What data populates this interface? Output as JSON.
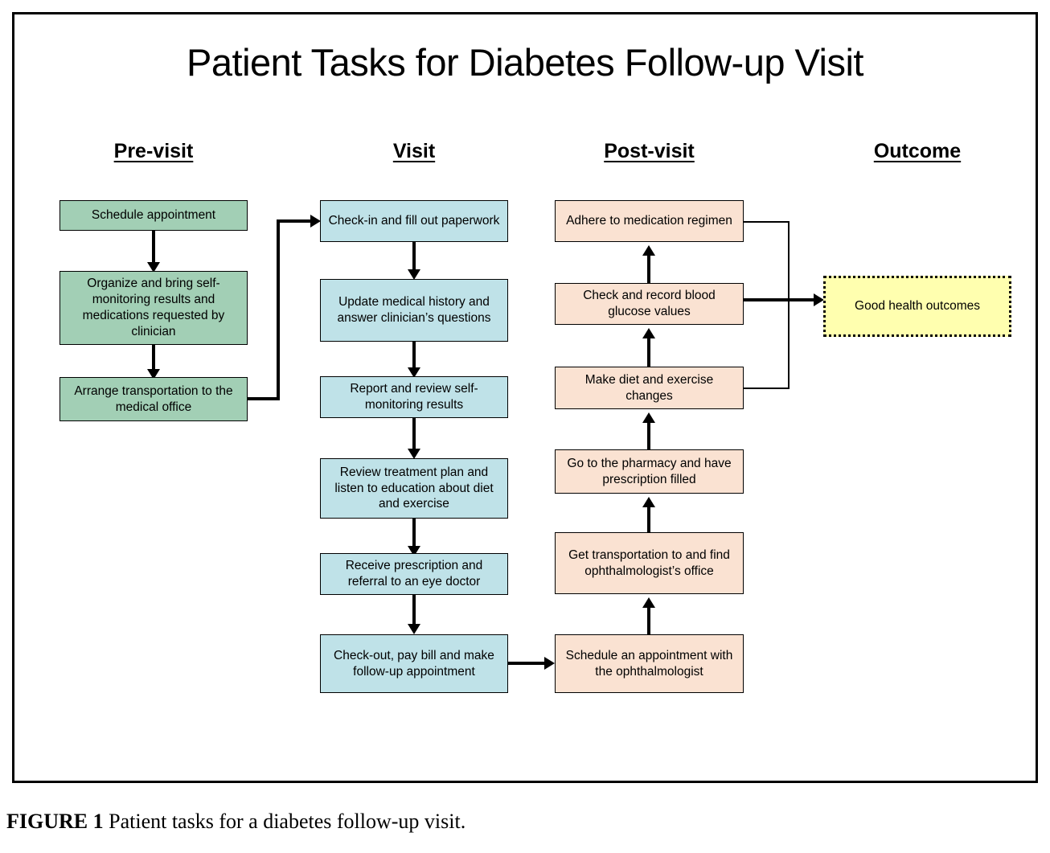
{
  "figure": {
    "title": "Patient Tasks for Diabetes Follow-up Visit",
    "caption_label": "FIGURE 1",
    "caption_text": " Patient tasks for a diabetes follow-up visit."
  },
  "colors": {
    "previsit_fill": "#a2cfb5",
    "visit_fill": "#bfe2e8",
    "postvisit_fill": "#fae2d2",
    "outcome_fill": "#ffffaf",
    "stroke": "#000000",
    "page_background": "#ffffff"
  },
  "columns": [
    {
      "id": "pre-visit",
      "heading": "Pre-visit"
    },
    {
      "id": "visit",
      "heading": "Visit"
    },
    {
      "id": "post-visit",
      "heading": "Post-visit"
    },
    {
      "id": "outcome",
      "heading": "Outcome"
    }
  ],
  "previsit_nodes": [
    {
      "id": "schedule-appointment",
      "label": "Schedule appointment"
    },
    {
      "id": "organize-and-bring",
      "label": "Organize and bring self-monitoring results and medications requested by clinician"
    },
    {
      "id": "arrange-transportation",
      "label": "Arrange transportation to the medical office"
    }
  ],
  "visit_nodes": [
    {
      "id": "check-in",
      "label": "Check-in and fill out paperwork"
    },
    {
      "id": "update-history",
      "label": "Update medical history and answer clinician’s questions"
    },
    {
      "id": "report-results",
      "label": "Report and review self-monitoring results"
    },
    {
      "id": "review-treatment-plan",
      "label": "Review treatment plan and listen to education about diet and exercise"
    },
    {
      "id": "receive-prescription",
      "label": "Receive prescription and referral to an eye doctor"
    },
    {
      "id": "check-out",
      "label": "Check-out, pay bill and make follow-up appointment"
    }
  ],
  "postvisit_nodes": [
    {
      "id": "adhere-medication",
      "label": "Adhere to medication regimen"
    },
    {
      "id": "check-glucose",
      "label": "Check and record blood glucose values"
    },
    {
      "id": "diet-exercise-changes",
      "label": "Make diet and exercise changes"
    },
    {
      "id": "go-to-pharmacy",
      "label": "Go to the pharmacy and have prescription filled"
    },
    {
      "id": "get-transportation-ophthalmologist",
      "label": "Get transportation to and find ophthalmologist’s office"
    },
    {
      "id": "schedule-ophthalmologist",
      "label": "Schedule an appointment with the ophthalmologist"
    }
  ],
  "outcome_node": {
    "id": "good-health-outcomes",
    "label": "Good health outcomes"
  },
  "chart_data": {
    "type": "diagram",
    "title": "Patient Tasks for Diabetes Follow-up Visit",
    "swimlanes": [
      "Pre-visit",
      "Visit",
      "Post-visit",
      "Outcome"
    ],
    "edges": [
      {
        "from": "schedule-appointment",
        "to": "organize-and-bring",
        "direction": "down"
      },
      {
        "from": "organize-and-bring",
        "to": "arrange-transportation",
        "direction": "down"
      },
      {
        "from": "arrange-transportation",
        "to": "check-in",
        "direction": "right-up"
      },
      {
        "from": "check-in",
        "to": "update-history",
        "direction": "down"
      },
      {
        "from": "update-history",
        "to": "report-results",
        "direction": "down"
      },
      {
        "from": "report-results",
        "to": "review-treatment-plan",
        "direction": "down"
      },
      {
        "from": "review-treatment-plan",
        "to": "receive-prescription",
        "direction": "down"
      },
      {
        "from": "receive-prescription",
        "to": "check-out",
        "direction": "down"
      },
      {
        "from": "check-out",
        "to": "schedule-ophthalmologist",
        "direction": "right"
      },
      {
        "from": "schedule-ophthalmologist",
        "to": "get-transportation-ophthalmologist",
        "direction": "up"
      },
      {
        "from": "get-transportation-ophthalmologist",
        "to": "go-to-pharmacy",
        "direction": "up"
      },
      {
        "from": "go-to-pharmacy",
        "to": "diet-exercise-changes",
        "direction": "up"
      },
      {
        "from": "diet-exercise-changes",
        "to": "check-glucose",
        "direction": "up"
      },
      {
        "from": "check-glucose",
        "to": "adhere-medication",
        "direction": "up"
      },
      {
        "from": "adhere-medication",
        "to": "good-health-outcomes",
        "direction": "right-bracket"
      },
      {
        "from": "check-glucose",
        "to": "good-health-outcomes",
        "direction": "right-bracket"
      },
      {
        "from": "diet-exercise-changes",
        "to": "good-health-outcomes",
        "direction": "right-bracket"
      }
    ]
  }
}
